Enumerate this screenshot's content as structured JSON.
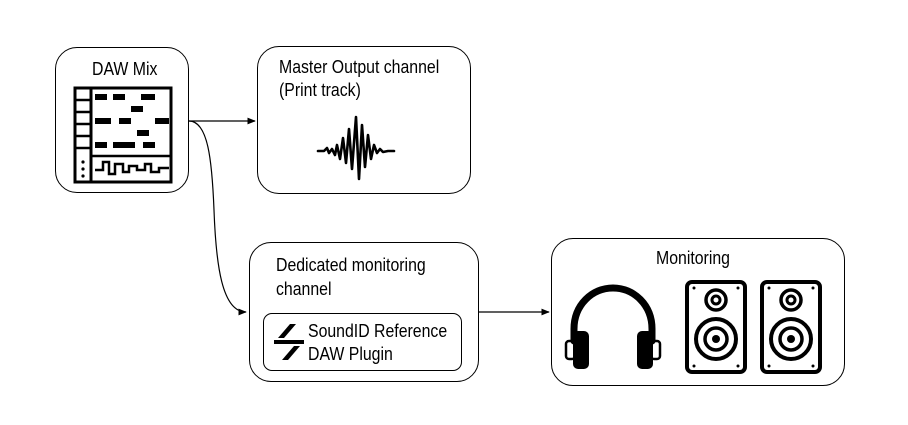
{
  "nodes": {
    "daw_mix": {
      "title": "DAW Mix",
      "icon": "daw-mixer-icon"
    },
    "master_output": {
      "line1": "Master Output channel",
      "line2": "(Print track)",
      "icon": "waveform-icon"
    },
    "dedicated_monitoring": {
      "line1": "Dedicated monitoring",
      "line2": "channel"
    },
    "plugin": {
      "line1": "SoundID Reference",
      "line2": "DAW Plugin",
      "icon": "soundid-logo-icon"
    },
    "monitoring": {
      "title": "Monitoring",
      "icons": [
        "headphones-icon",
        "speaker-icon",
        "speaker-icon"
      ]
    }
  },
  "edges": [
    {
      "from": "daw_mix",
      "to": "master_output"
    },
    {
      "from": "daw_mix",
      "to": "dedicated_monitoring"
    },
    {
      "from": "dedicated_monitoring",
      "to": "monitoring"
    }
  ]
}
